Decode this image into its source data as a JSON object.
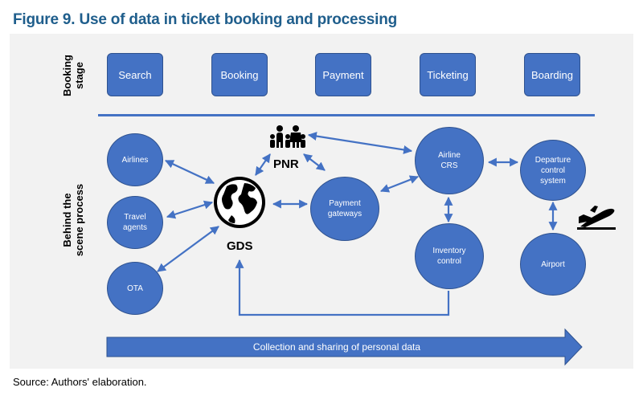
{
  "title": "Figure 9. Use of data in ticket booking and processing",
  "rows": {
    "booking_stage": "Booking stage",
    "behind_scene": "Behind the scene process"
  },
  "stages": [
    "Search",
    "Booking",
    "Payment",
    "Ticketing",
    "Boarding"
  ],
  "nodes": {
    "airlines": "Airlines",
    "travel_agents": "Travel agents",
    "ota": "OTA",
    "gds": "GDS",
    "pnr": "PNR",
    "payment_gateways": "Payment gateways",
    "airline_crs": "Airline CRS",
    "inventory_control": "Inventory control",
    "departure_control": "Departure control system",
    "airport": "Airport"
  },
  "flow_arrow": "Collection and sharing of personal data",
  "source": "Source: Authors' elaboration.",
  "colors": {
    "title": "#1f5e8c",
    "node_fill": "#4472c4",
    "node_border": "#2f528f",
    "panel": "#f2f2f2"
  },
  "icons": [
    "globe-icon",
    "family-icon",
    "airplane-takeoff-icon"
  ]
}
